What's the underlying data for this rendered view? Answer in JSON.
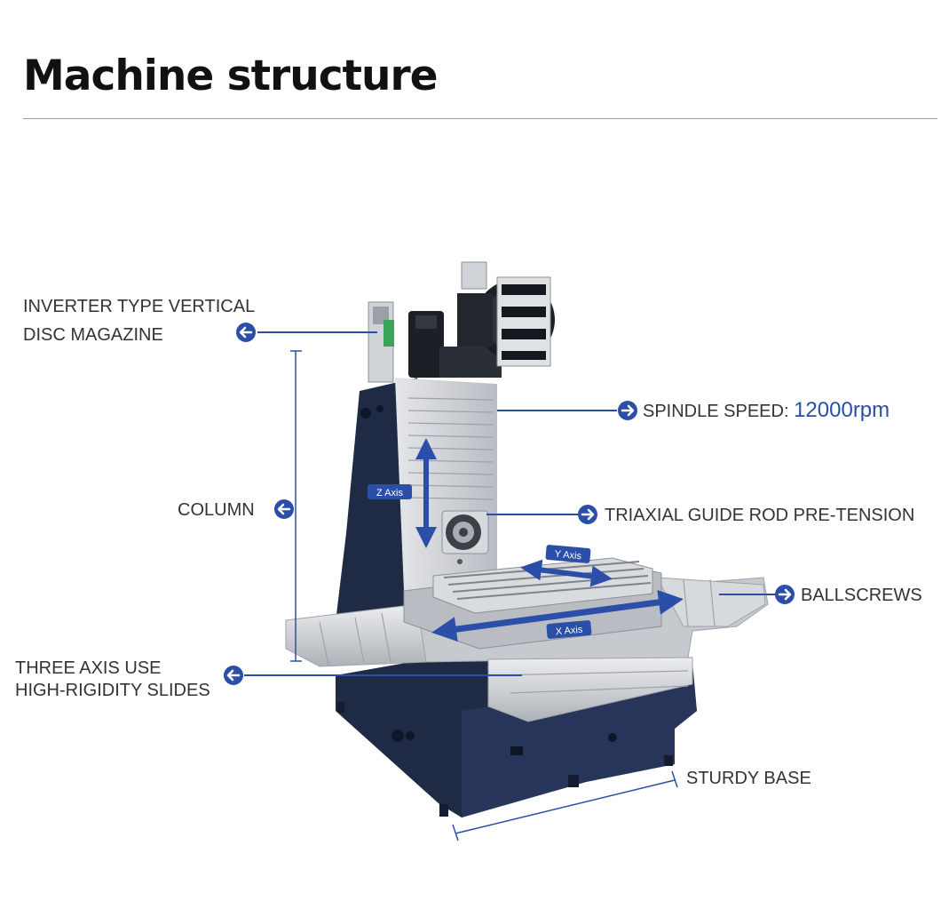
{
  "title": "Machine structure",
  "colors": {
    "accent": "#2b4fa8",
    "base": "#1f2a44",
    "panel": "#c9cdd2"
  },
  "labels": {
    "magazine_line1": "INVERTER TYPE VERTICAL",
    "magazine_line2": "DISC MAGAZINE",
    "column": "COLUMN",
    "spindle_prefix": "SPINDLE SPEED:",
    "spindle_value": "12000rpm",
    "guide_rod": "TRIAXIAL GUIDE ROD PRE-TENSION",
    "ballscrews": "BALLSCREWS",
    "slides_line1": "THREE AXIS USE",
    "slides_line2": "HIGH-RIGIDITY SLIDES",
    "base": "STURDY BASE"
  },
  "axes": {
    "z": "Z Axis",
    "y": "Y Axis",
    "x": "X Axis"
  }
}
